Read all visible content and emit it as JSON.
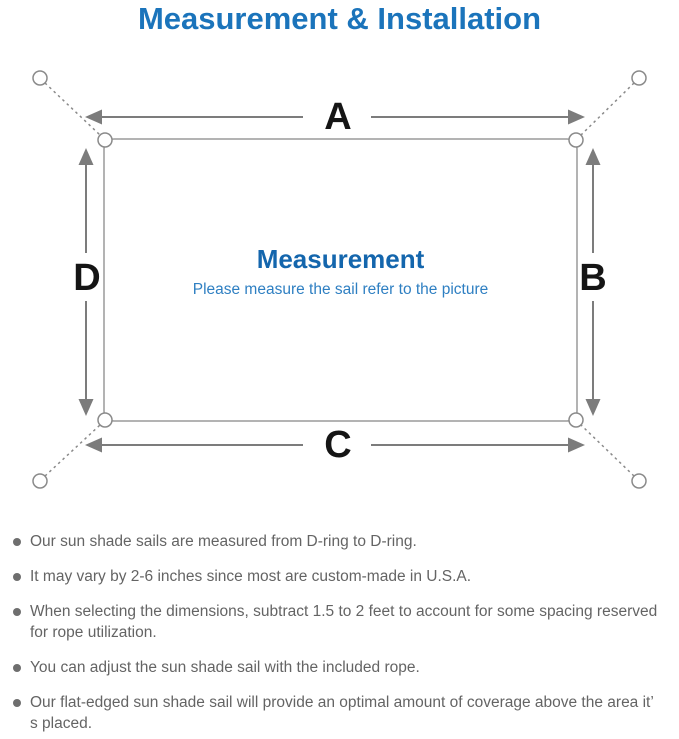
{
  "title": "Measurement & Installation",
  "diagram": {
    "labels": {
      "top": "A",
      "right": "B",
      "bottom": "C",
      "left": "D"
    },
    "center_heading": "Measurement",
    "center_subtitle": "Please measure the sail refer to the picture"
  },
  "notes": {
    "items": [
      "Our sun shade sails are measured from D-ring to D-ring.",
      "It may vary by 2-6 inches since most are custom-made in U.S.A.",
      "When selecting the dimensions, subtract 1.5 to 2 feet to account for some spacing reserved for rope utilization.",
      "You can adjust the sun shade sail with the included rope.",
      "Our flat-edged sun shade sail will provide an optimal amount of coverage above the area it’ s placed."
    ]
  },
  "colors": {
    "title_blue": "#1b74bb",
    "heading_blue": "#1466ad",
    "subtitle_blue": "#2e7fc2",
    "line_gray": "#8a8a8a",
    "arrow_gray": "#7c7c7c",
    "label_black": "#151515",
    "note_gray": "#646464"
  }
}
